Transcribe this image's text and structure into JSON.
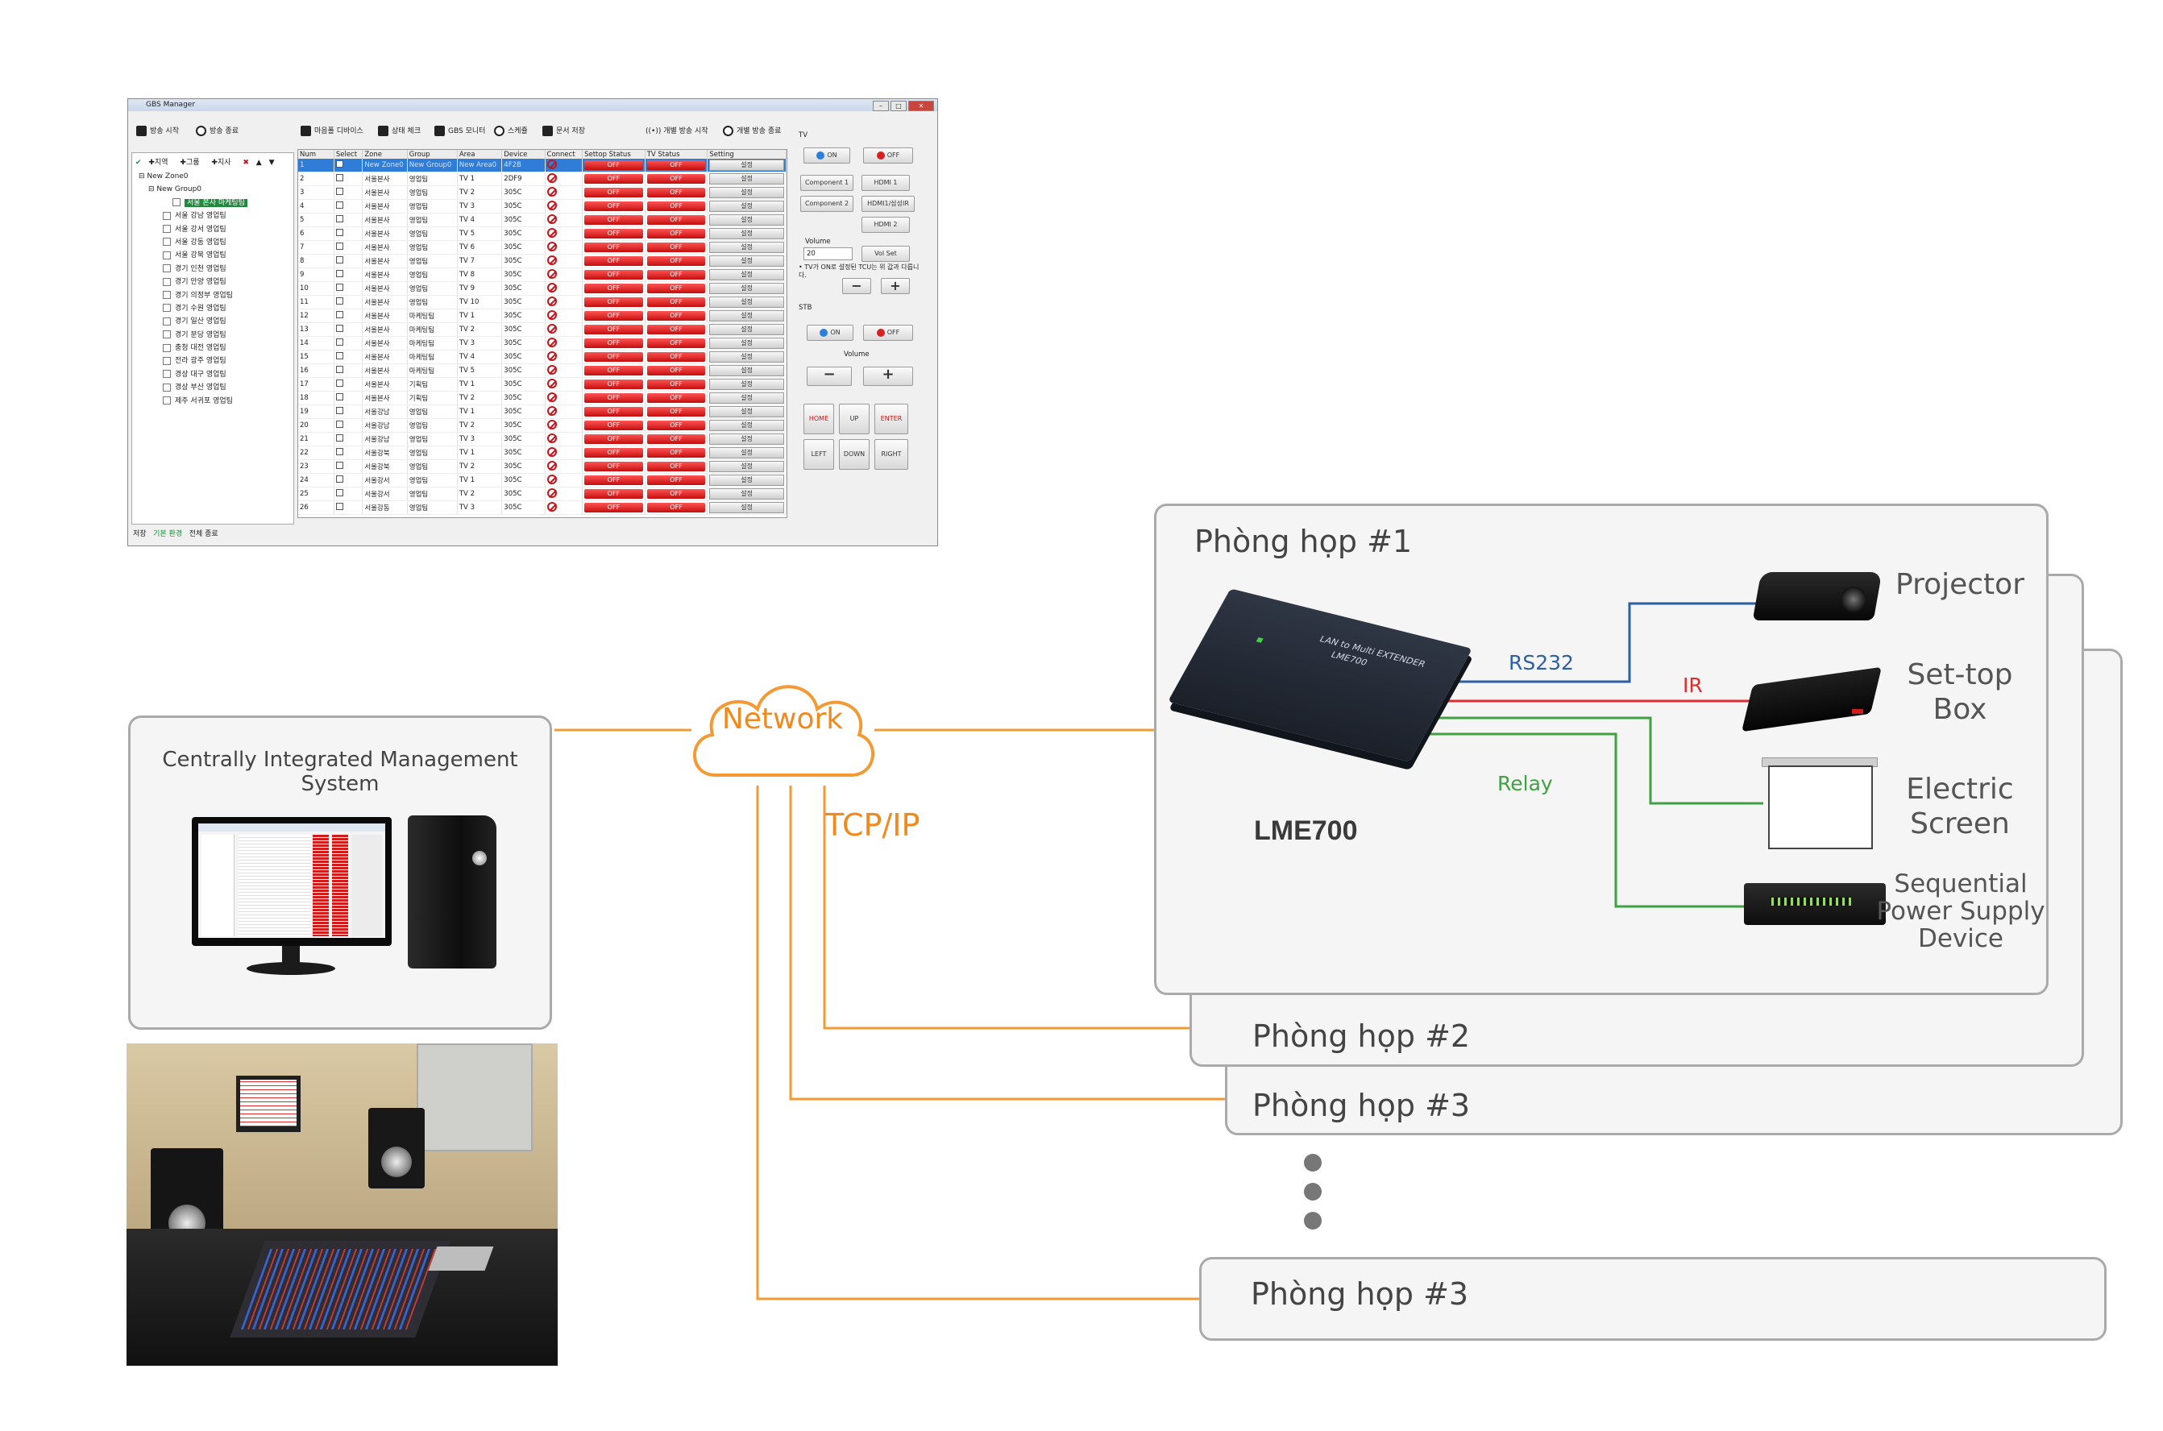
{
  "colors": {
    "network_orange": "#f39a35",
    "rs232_blue": "#2c5fa5",
    "ir_red": "#e12d2d",
    "relay_green": "#3fa142",
    "panel_border": "#aaaaaa",
    "panel_fill": "#f5f5f5"
  },
  "gbs_manager": {
    "window_title": "GBS Manager",
    "toolbar": [
      "방송 시작",
      "방송 종료",
      "마음폴 디바이스",
      "상태 체크",
      "GBS 모니터",
      "스케쥴",
      "문서 저장",
      "개별 방송 시작",
      "개별 방송 종료"
    ],
    "tree_toolbar": [
      "지역",
      "그룹",
      "지사"
    ],
    "tree": {
      "zone": "New Zone0",
      "group": "New Group0",
      "selected": "서울 본사 마케팅팀",
      "items": [
        "서울 강남 영업팀",
        "서울 강서 영업팀",
        "서울 강동 영업팀",
        "서울 강북 영업팀",
        "경기 인천 영업팀",
        "경기 안양 영업팀",
        "경기 의정부 영업팀",
        "경기 수원 영업팀",
        "경기 일산 영업팀",
        "경기 분당 영업팀",
        "충청 대전 영업팀",
        "전라 광주 영업팀",
        "경상 대구 영업팀",
        "경상 부산 영업팀",
        "제주 서귀포 영업팀"
      ]
    },
    "columns": [
      "Num",
      "Select",
      "Zone",
      "Group",
      "Area",
      "Device",
      "Connect",
      "Settop Status",
      "TV Status",
      "Setting"
    ],
    "status_off": "OFF",
    "setting_label": "설정",
    "rows": [
      {
        "num": "1",
        "zone": "New Zone0",
        "group": "New Group0",
        "area": "New Area0",
        "device": "4F2B"
      },
      {
        "num": "2",
        "zone": "서울본사",
        "group": "영업팀",
        "area": "TV 1",
        "device": "2DF9"
      },
      {
        "num": "3",
        "zone": "서울본사",
        "group": "영업팀",
        "area": "TV 2",
        "device": "305C"
      },
      {
        "num": "4",
        "zone": "서울본사",
        "group": "영업팀",
        "area": "TV 3",
        "device": "305C"
      },
      {
        "num": "5",
        "zone": "서울본사",
        "group": "영업팀",
        "area": "TV 4",
        "device": "305C"
      },
      {
        "num": "6",
        "zone": "서울본사",
        "group": "영업팀",
        "area": "TV 5",
        "device": "305C"
      },
      {
        "num": "7",
        "zone": "서울본사",
        "group": "영업팀",
        "area": "TV 6",
        "device": "305C"
      },
      {
        "num": "8",
        "zone": "서울본사",
        "group": "영업팀",
        "area": "TV 7",
        "device": "305C"
      },
      {
        "num": "9",
        "zone": "서울본사",
        "group": "영업팀",
        "area": "TV 8",
        "device": "305C"
      },
      {
        "num": "10",
        "zone": "서울본사",
        "group": "영업팀",
        "area": "TV 9",
        "device": "305C"
      },
      {
        "num": "11",
        "zone": "서울본사",
        "group": "영업팀",
        "area": "TV 10",
        "device": "305C"
      },
      {
        "num": "12",
        "zone": "서울본사",
        "group": "마케팅팀",
        "area": "TV 1",
        "device": "305C"
      },
      {
        "num": "13",
        "zone": "서울본사",
        "group": "마케팅팀",
        "area": "TV 2",
        "device": "305C"
      },
      {
        "num": "14",
        "zone": "서울본사",
        "group": "마케팅팀",
        "area": "TV 3",
        "device": "305C"
      },
      {
        "num": "15",
        "zone": "서울본사",
        "group": "마케팅팀",
        "area": "TV 4",
        "device": "305C"
      },
      {
        "num": "16",
        "zone": "서울본사",
        "group": "마케팅팀",
        "area": "TV 5",
        "device": "305C"
      },
      {
        "num": "17",
        "zone": "서울본사",
        "group": "기획팀",
        "area": "TV 1",
        "device": "305C"
      },
      {
        "num": "18",
        "zone": "서울본사",
        "group": "기획팀",
        "area": "TV 2",
        "device": "305C"
      },
      {
        "num": "19",
        "zone": "서울강남",
        "group": "영업팀",
        "area": "TV 1",
        "device": "305C"
      },
      {
        "num": "20",
        "zone": "서울강남",
        "group": "영업팀",
        "area": "TV 2",
        "device": "305C"
      },
      {
        "num": "21",
        "zone": "서울강남",
        "group": "영업팀",
        "area": "TV 3",
        "device": "305C"
      },
      {
        "num": "22",
        "zone": "서울강북",
        "group": "영업팀",
        "area": "TV 1",
        "device": "305C"
      },
      {
        "num": "23",
        "zone": "서울강북",
        "group": "영업팀",
        "area": "TV 2",
        "device": "305C"
      },
      {
        "num": "24",
        "zone": "서울강서",
        "group": "영업팀",
        "area": "TV 1",
        "device": "305C"
      },
      {
        "num": "25",
        "zone": "서울강서",
        "group": "영업팀",
        "area": "TV 2",
        "device": "305C"
      },
      {
        "num": "26",
        "zone": "서울강동",
        "group": "영업팀",
        "area": "TV 3",
        "device": "305C"
      }
    ],
    "panel": {
      "tv_label": "TV",
      "stb_label": "STB",
      "on": "ON",
      "off": "OFF",
      "component1": "Component 1",
      "component2": "Component 2",
      "hdmi1": "HDMI 1",
      "hdmi_sub": "HDMI1/삼성IR",
      "hdmi2": "HDMI 2",
      "volume": "Volume",
      "volume_value": "20",
      "vol_set": "Vol Set",
      "note": "• TV가 ON로 설정된 TCU는 위 값과 다릅니다.",
      "nav": [
        "HOME",
        "UP",
        "ENTER",
        "LEFT",
        "DOWN",
        "RIGHT"
      ]
    },
    "status_bar": [
      "저장",
      "기본 환경",
      "전체 종료"
    ]
  },
  "left": {
    "cims_title": "Centrally Integrated Management System"
  },
  "network": {
    "cloud_label": "Network",
    "tcp_label": "TCP/IP"
  },
  "room1": {
    "title": "Phòng họp #1",
    "device_model": "LME700",
    "device_print": [
      "LAN to Multi EXTENDER",
      "LME700"
    ],
    "cables": {
      "rs232": "RS232",
      "ir": "IR",
      "relay": "Relay"
    },
    "devices": [
      {
        "label": "Projector"
      },
      {
        "label": "Set-top Box"
      },
      {
        "label": "Electric Screen"
      },
      {
        "label": "Sequential Power Supply Device"
      }
    ]
  },
  "rooms": [
    "Phòng họp #2",
    "Phòng họp #3",
    "Phòng họp #3"
  ]
}
